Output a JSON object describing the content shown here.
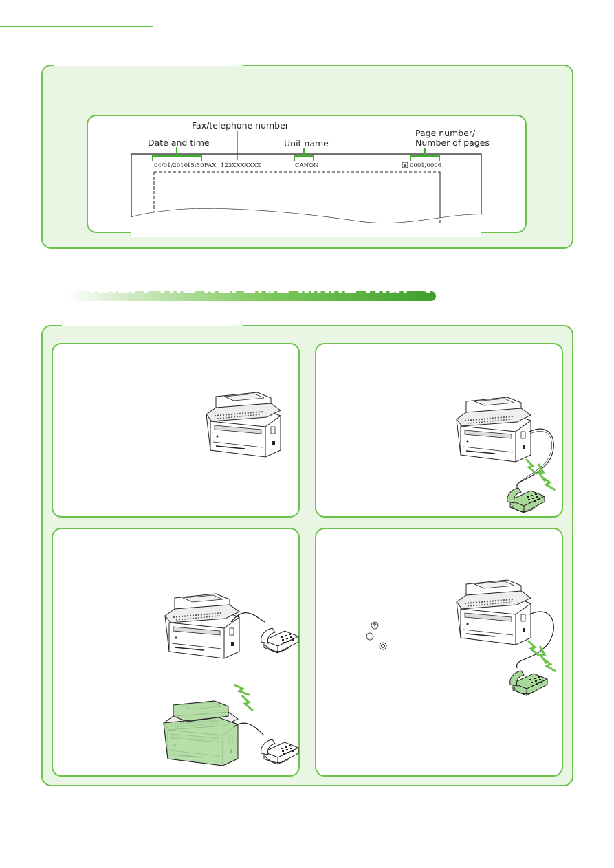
{
  "section_heading": "Select the Receive Mode that Suits Your Needs",
  "header_diagram": {
    "callouts": {
      "date_time": "Date and time",
      "fax_number": "Fax/telephone number",
      "unit_name": "Unit name",
      "page_number_line1": "Page number/",
      "page_number_line2": "Number of pages"
    },
    "sample_line": {
      "date": "04/01/2010",
      "time": "15:50",
      "fax_tag": "FAX",
      "number": "123XXXXXXX",
      "unit": "CANON",
      "pages": "0001/0006"
    }
  },
  "colors": {
    "accent_green": "#6cc24a",
    "panel_fill": "#eaf6e4",
    "phone_green": "#a8d89a"
  },
  "icons": [
    "printer-icon",
    "telephone-icon",
    "ringing-signal-icon",
    "start-button-icon",
    "circle-button-icon",
    "stop-button-icon"
  ]
}
